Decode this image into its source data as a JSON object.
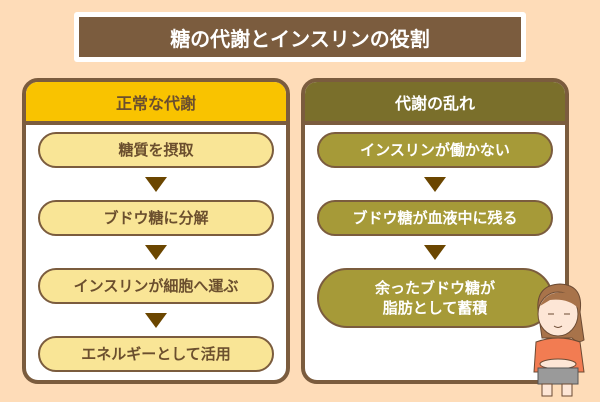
{
  "title": "糖の代謝とインスリンの役割",
  "normal": {
    "heading": "正常な代謝",
    "steps": [
      "糖質を摂取",
      "ブドウ糖に分解",
      "インスリンが細胞へ運ぶ",
      "エネルギーとして活用"
    ]
  },
  "disorder": {
    "heading": "代謝の乱れ",
    "steps": [
      "インスリンが働かない",
      "ブドウ糖が血液中に残る",
      "余ったブドウ糖が",
      "脂肪として蓄積"
    ]
  },
  "colors": {
    "brown": "#7b5c3e",
    "yellow": "#f9c300",
    "olive": "#7a6f2b",
    "pill_olive": "#a69a38",
    "pill_yellow": "#f9e596",
    "bg": "#fedcb8"
  }
}
